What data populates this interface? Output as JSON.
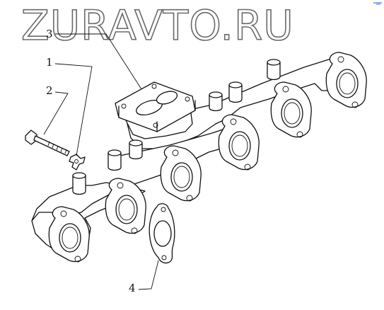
{
  "watermark": {
    "text": "ZURAVTO.RU"
  },
  "callouts": [
    {
      "id": "c1",
      "label": "1"
    },
    {
      "id": "c2",
      "label": "2"
    },
    {
      "id": "c3",
      "label": "3"
    },
    {
      "id": "c4",
      "label": "4"
    }
  ],
  "colors": {
    "line": "#111111",
    "watermark_stroke": "#6a6a6a",
    "background": "#ffffff",
    "corner_mark": "#3b6fd6"
  }
}
